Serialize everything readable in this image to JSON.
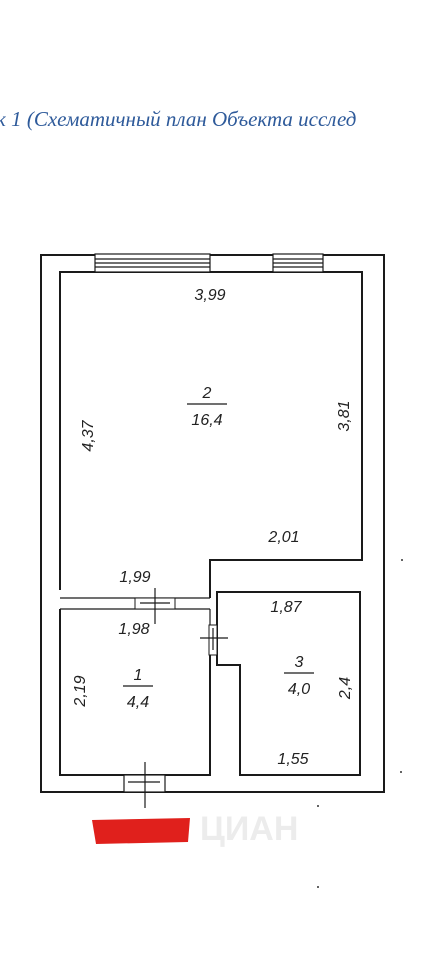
{
  "caption": "к 1 (Схематичный план Объекта исслед",
  "rooms": [
    {
      "number": "2",
      "area": "16,4"
    },
    {
      "number": "1",
      "area": "4,4"
    },
    {
      "number": "3",
      "area": "4,0"
    }
  ],
  "dimensions": {
    "room2_top": "3,99",
    "room2_left": "4,37",
    "room2_right": "3,81",
    "room2_step": "2,01",
    "corridor_upper": "1,99",
    "corridor_lower": "1,98",
    "room1_left": "2,19",
    "room3_top": "1,87",
    "room3_right": "2,4",
    "room3_bottom": "1,55"
  },
  "colors": {
    "caption": "#2e5a9a",
    "redaction": "#e0201c"
  },
  "watermark": "ЦИАН"
}
